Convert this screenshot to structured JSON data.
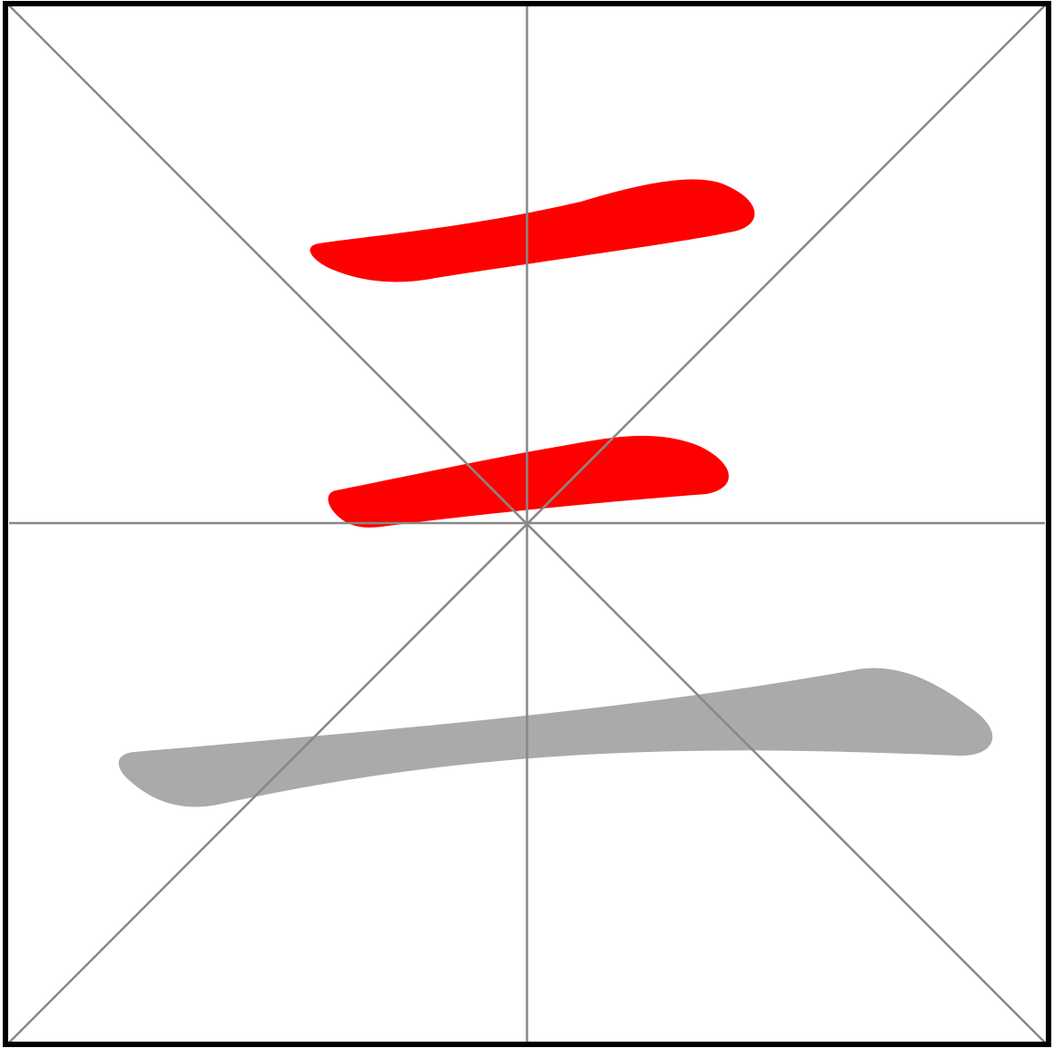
{
  "character": {
    "glyph": "三",
    "stroke_count": 3,
    "highlighted_stroke_count": 2,
    "completed_color": "#ff0000",
    "pending_color": "#aaaaaa"
  },
  "grid": {
    "frame_color": "#000000",
    "guide_color": "#888888",
    "style": "米字格"
  },
  "strokes": [
    {
      "order": 1,
      "state": "completed",
      "color": "#ff0000"
    },
    {
      "order": 2,
      "state": "completed",
      "color": "#ff0000"
    },
    {
      "order": 3,
      "state": "pending",
      "color": "#aaaaaa"
    }
  ]
}
